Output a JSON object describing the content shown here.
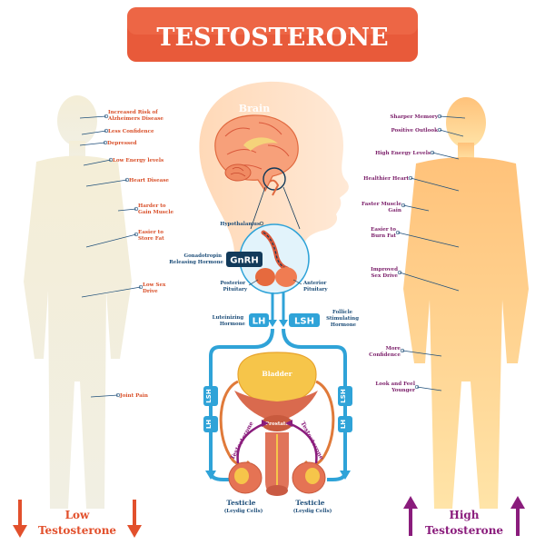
{
  "title": "TESTOSTERONE",
  "colors": {
    "title_bg": "#ea5b3b",
    "low_accent": "#d9502a",
    "high_accent": "#8a1c7c",
    "blue": "#2fa3d8",
    "navy": "#123a5a"
  },
  "brain": {
    "label": "Brain",
    "hypothalamus": "Hypothalamus",
    "gnrh_label_1": "Gonadotropin",
    "gnrh_label_2": "Releasing Hormone",
    "gnrh_badge": "GnRH",
    "posterior_1": "Posterior",
    "posterior_2": "Pituitary",
    "anterior_1": "Anterior",
    "anterior_2": "Pituitary"
  },
  "hormones": {
    "lh_badge": "LH",
    "lsh_badge": "LSH",
    "lh_text_1": "Luteinizing",
    "lh_text_2": "Hormone",
    "lsh_text_1": "Follicle",
    "lsh_text_2": "Stimulating",
    "lsh_text_3": "Hormone",
    "side_lsh": "LSH",
    "side_lh": "LH"
  },
  "body": {
    "bladder": "Bladder",
    "prostate": "Prostate",
    "testosterone_left": "Testosterone",
    "testosterone_right": "Testosterone",
    "testicle_left_1": "Testicle",
    "testicle_left_2": "(Leydig Cells)",
    "testicle_right_1": "Testicle",
    "testicle_right_2": "(Leydig Cells)"
  },
  "low": {
    "heading_1": "Low",
    "heading_2": "Testosterone",
    "items": [
      [
        "Increased Risk of",
        "Alzheimers Disease"
      ],
      [
        "Less Confidence"
      ],
      [
        "Depressed"
      ],
      [
        "Low Energy levels"
      ],
      [
        "Heart Disease"
      ],
      [
        "Harder to",
        "Gain Muscle"
      ],
      [
        "Easier to",
        "Store Fat"
      ],
      [
        "Low Sex",
        "Drive"
      ],
      [
        "Joint Pain"
      ]
    ]
  },
  "high": {
    "heading_1": "High",
    "heading_2": "Testosterone",
    "items": [
      [
        "Sharper Memory"
      ],
      [
        "Positive Outlook"
      ],
      [
        "High Energy Levels"
      ],
      [
        "Healthier Heart"
      ],
      [
        "Faster Muscle",
        "Gain"
      ],
      [
        "Easier to",
        "Burn Fat"
      ],
      [
        "Improved",
        "Sex Drive"
      ],
      [
        "More",
        "Confidence"
      ],
      [
        "Look and Feel",
        "Younger"
      ]
    ]
  }
}
